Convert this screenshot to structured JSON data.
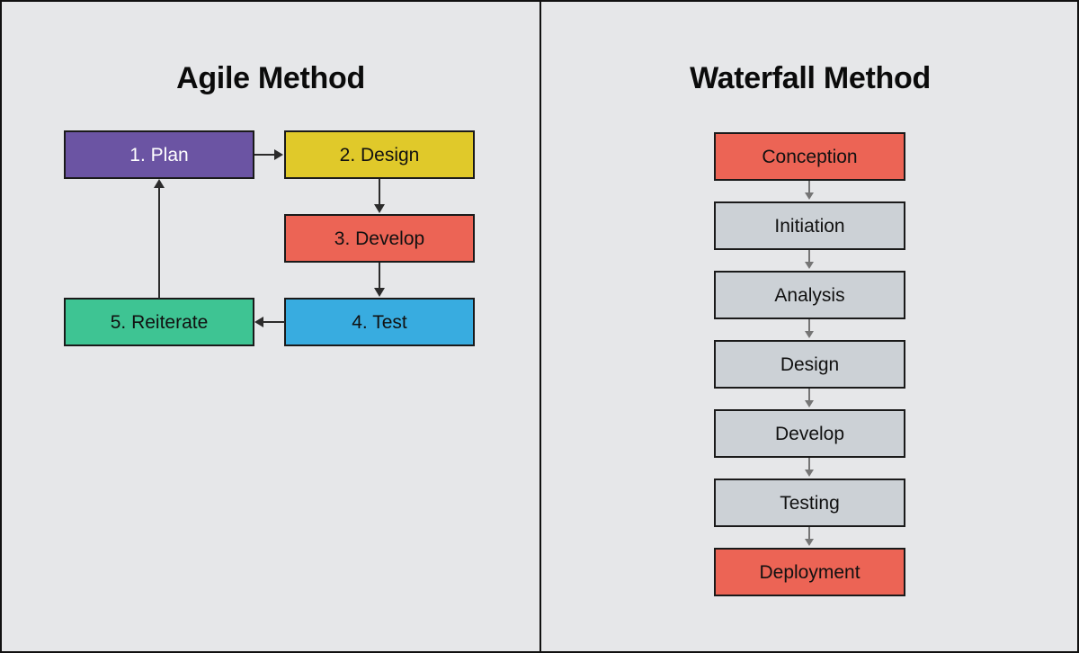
{
  "diagram": {
    "type": "flowchart-comparison",
    "background_color": "#e6e7e9",
    "border_color": "#111111"
  },
  "panels": {
    "agile": {
      "title": "Agile Method",
      "nodes": [
        {
          "label": "1. Plan",
          "fill": "#6b54a3",
          "text_color": "#ffffff"
        },
        {
          "label": "2. Design",
          "fill": "#e0c92a",
          "text_color": "#111111"
        },
        {
          "label": "3. Develop",
          "fill": "#ec6455",
          "text_color": "#111111"
        },
        {
          "label": "4. Test",
          "fill": "#38ace0",
          "text_color": "#111111"
        },
        {
          "label": "5. Reiterate",
          "fill": "#3ec493",
          "text_color": "#111111"
        }
      ],
      "edges": [
        {
          "from": "1. Plan",
          "to": "2. Design",
          "direction": "right"
        },
        {
          "from": "2. Design",
          "to": "3. Develop",
          "direction": "down"
        },
        {
          "from": "3. Develop",
          "to": "4. Test",
          "direction": "down"
        },
        {
          "from": "4. Test",
          "to": "5. Reiterate",
          "direction": "left"
        },
        {
          "from": "5. Reiterate",
          "to": "1. Plan",
          "direction": "up"
        }
      ]
    },
    "waterfall": {
      "title": "Waterfall Method",
      "nodes": [
        {
          "label": "Conception",
          "fill": "#ec6455",
          "text_color": "#111111"
        },
        {
          "label": "Initiation",
          "fill": "#ccd1d6",
          "text_color": "#111111"
        },
        {
          "label": "Analysis",
          "fill": "#ccd1d6",
          "text_color": "#111111"
        },
        {
          "label": "Design",
          "fill": "#ccd1d6",
          "text_color": "#111111"
        },
        {
          "label": "Develop",
          "fill": "#ccd1d6",
          "text_color": "#111111"
        },
        {
          "label": "Testing",
          "fill": "#ccd1d6",
          "text_color": "#111111"
        },
        {
          "label": "Deployment",
          "fill": "#ec6455",
          "text_color": "#111111"
        }
      ],
      "edges": [
        {
          "from": "Conception",
          "to": "Initiation",
          "direction": "down"
        },
        {
          "from": "Initiation",
          "to": "Analysis",
          "direction": "down"
        },
        {
          "from": "Analysis",
          "to": "Design",
          "direction": "down"
        },
        {
          "from": "Design",
          "to": "Develop",
          "direction": "down"
        },
        {
          "from": "Develop",
          "to": "Testing",
          "direction": "down"
        },
        {
          "from": "Testing",
          "to": "Deployment",
          "direction": "down"
        }
      ]
    }
  }
}
